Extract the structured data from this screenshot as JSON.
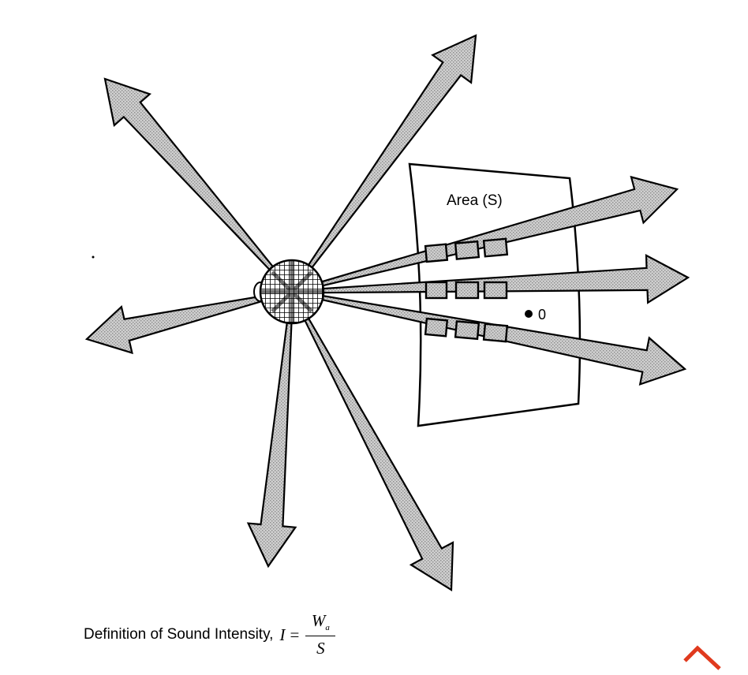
{
  "diagram": {
    "area_label": "Area (S)",
    "point_label": "0",
    "caption": {
      "text": "Definition of Sound Intensity,",
      "variable": "I",
      "equals": "=",
      "numerator": "W",
      "numerator_subscript": "a",
      "denominator": "S"
    },
    "fill_color": "#c8c8c8",
    "line_color": "#000000"
  }
}
